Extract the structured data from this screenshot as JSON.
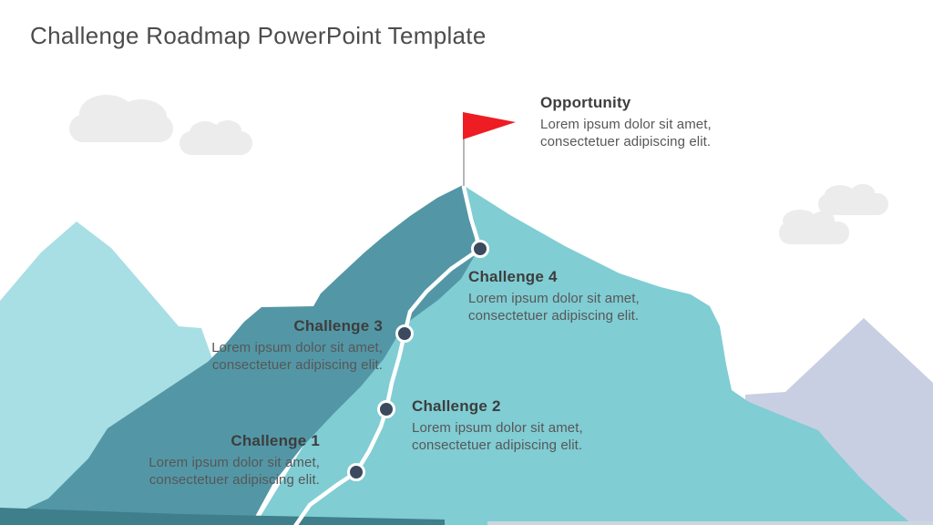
{
  "title": "Challenge Roadmap PowerPoint Template",
  "opportunity": {
    "label": "Opportunity",
    "desc": "Lorem ipsum dolor sit amet, consectetuer adipiscing elit."
  },
  "challenges": [
    {
      "label": "Challenge 1",
      "desc": "Lorem ipsum dolor sit amet, consectetuer adipiscing elit."
    },
    {
      "label": "Challenge 2",
      "desc": "Lorem ipsum dolor sit amet, consectetuer adipiscing elit."
    },
    {
      "label": "Challenge 3",
      "desc": "Lorem ipsum dolor sit amet, consectetuer adipiscing elit."
    },
    {
      "label": "Challenge 4",
      "desc": "Lorem ipsum dolor sit amet, consectetuer adipiscing elit."
    }
  ],
  "icons": {
    "flag": "red-flag-icon",
    "milestones": "milestone-dot",
    "clouds": "cloud-icon"
  },
  "colors": {
    "title_text": "#4c4c4c",
    "heading_text": "#3d3d3d",
    "body_text": "#575757",
    "flag_red": "#ee1c23",
    "mountain_back_cyan": "#a7dfe5",
    "mountain_main_light": "#80cdd4",
    "mountain_main_shadow": "#5397a6",
    "mountain_lavender": "#c9cfe2",
    "ridge_dark_strip": "#3f7e8b",
    "cloud_gray": "#ececec",
    "path_white": "#ffffff",
    "dot_navy": "#3b4a5e"
  }
}
